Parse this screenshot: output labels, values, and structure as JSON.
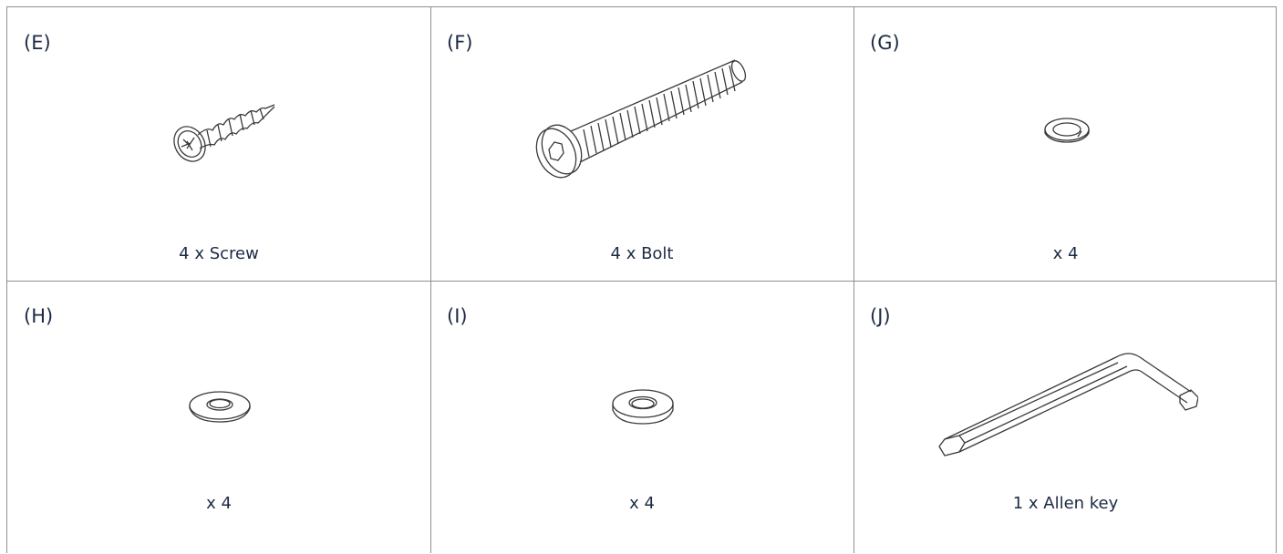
{
  "parts": [
    {
      "letter": "(E)",
      "caption": "4 x Screw",
      "icon": "screw-icon"
    },
    {
      "letter": "(F)",
      "caption": "4 x Bolt",
      "icon": "bolt-icon"
    },
    {
      "letter": "(G)",
      "caption": "x 4",
      "icon": "spring-washer-icon"
    },
    {
      "letter": "(H)",
      "caption": "x 4",
      "icon": "flat-washer-icon"
    },
    {
      "letter": "(I)",
      "caption": "x 4",
      "icon": "thick-washer-icon"
    },
    {
      "letter": "(J)",
      "caption": "1 x Allen key",
      "icon": "allen-key-icon"
    }
  ],
  "colors": {
    "text": "#1c2a44",
    "lines": "#8a8f96",
    "drawing": "#3a3a3a"
  }
}
